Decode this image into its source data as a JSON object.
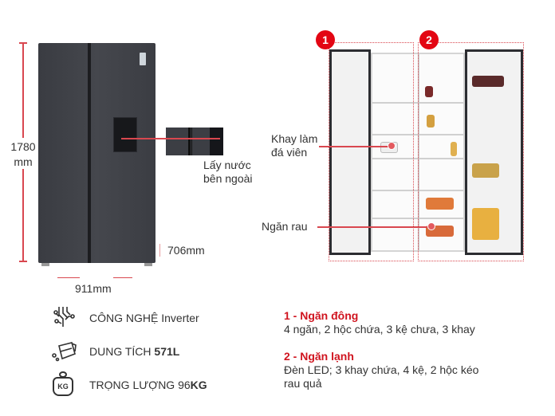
{
  "dimensions": {
    "height_value": "1780",
    "height_unit": "mm",
    "width": "911mm",
    "depth": "706mm"
  },
  "callouts": {
    "dispenser": "Lấy nước bên ngoài",
    "ice_tray": "Khay làm đá viên",
    "crisper": "Ngăn rau"
  },
  "badges": [
    "1",
    "2"
  ],
  "features": [
    {
      "icon": "inverter-circuit-icon",
      "text": "CÔNG NGHỆ Inverter",
      "bold": ""
    },
    {
      "icon": "capacity-jug-icon",
      "text": "DUNG TÍCH ",
      "bold": "571L"
    },
    {
      "icon": "weight-kg-icon",
      "text": "TRỌNG LƯỢNG 96",
      "bold": "KG",
      "glyph": "KG"
    }
  ],
  "compartments": [
    {
      "title": "1 - Ngăn đông",
      "desc": "4 ngăn, 2 hộc chứa, 3 kệ chưa, 3 khay"
    },
    {
      "title": "2 - Ngăn lạnh",
      "desc": "Đèn LED; 3 khay chứa, 4 kệ, 2 hộc kéo rau quả"
    }
  ],
  "colors": {
    "accent": "#d0141f",
    "dim_line": "#d9474f",
    "body": "#3f4147"
  }
}
